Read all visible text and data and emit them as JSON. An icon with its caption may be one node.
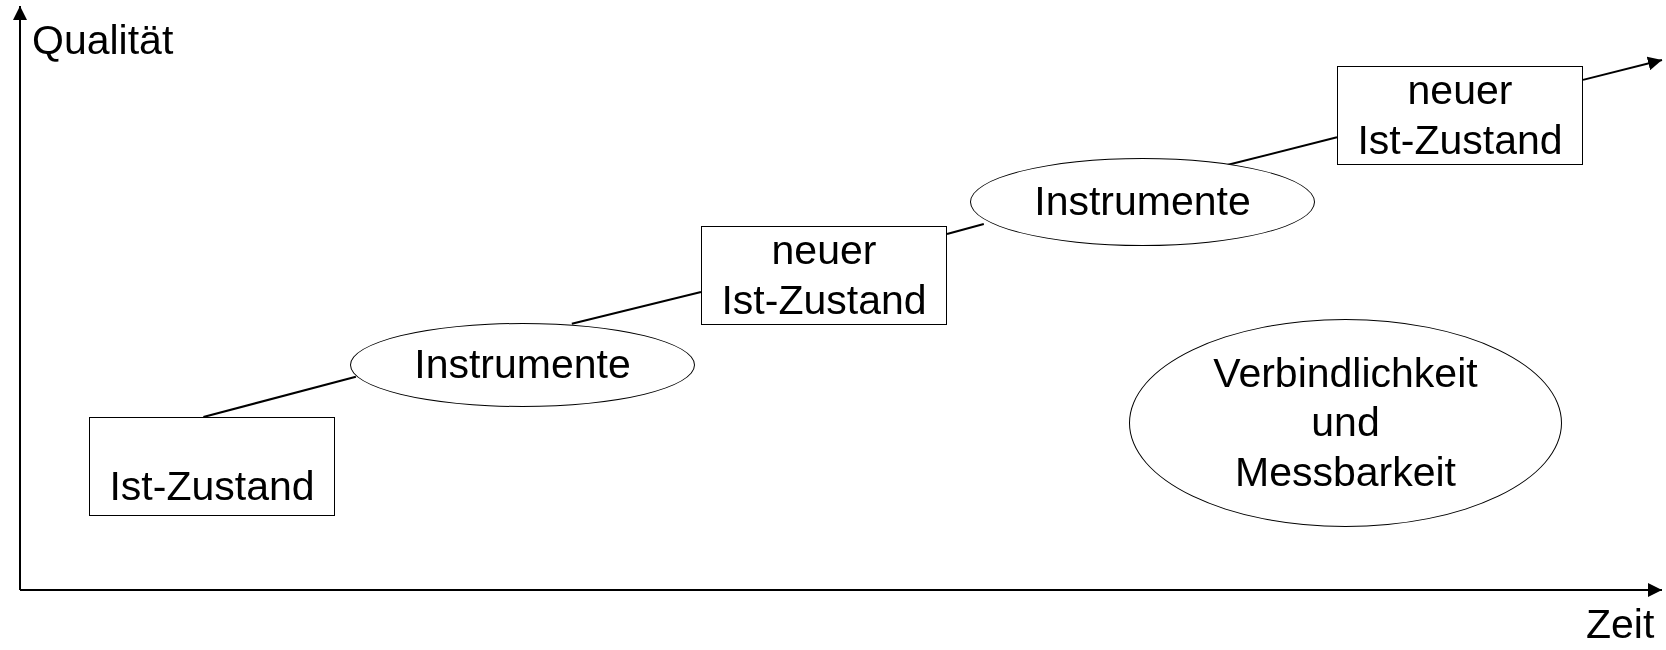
{
  "diagram": {
    "nodes": [
      {
        "text": [
          "Ist-Zustand"
        ]
      },
      {
        "text": [
          "Instrumente"
        ]
      },
      {
        "text": [
          "neuer Ist-Zustand"
        ]
      },
      {
        "text": [
          "Instrumente"
        ]
      },
      {
        "text": [
          "neuer Ist-Zustand"
        ]
      },
      {
        "text": [
          "Verbindlichkeit und Messbarkeit"
        ]
      }
    ],
    "edges": [
      {
        "from": 0,
        "to": 1,
        "arrow": "none"
      },
      {
        "from": 1,
        "to": 2,
        "arrow": "none"
      },
      {
        "from": 2,
        "to": 3,
        "arrow": "none"
      },
      {
        "from": 3,
        "to": 4,
        "arrow": "none"
      },
      {
        "from": 4,
        "to": null,
        "arrow": "to"
      }
    ],
    "labels": [
      "Qualität",
      "Zeit"
    ]
  }
}
